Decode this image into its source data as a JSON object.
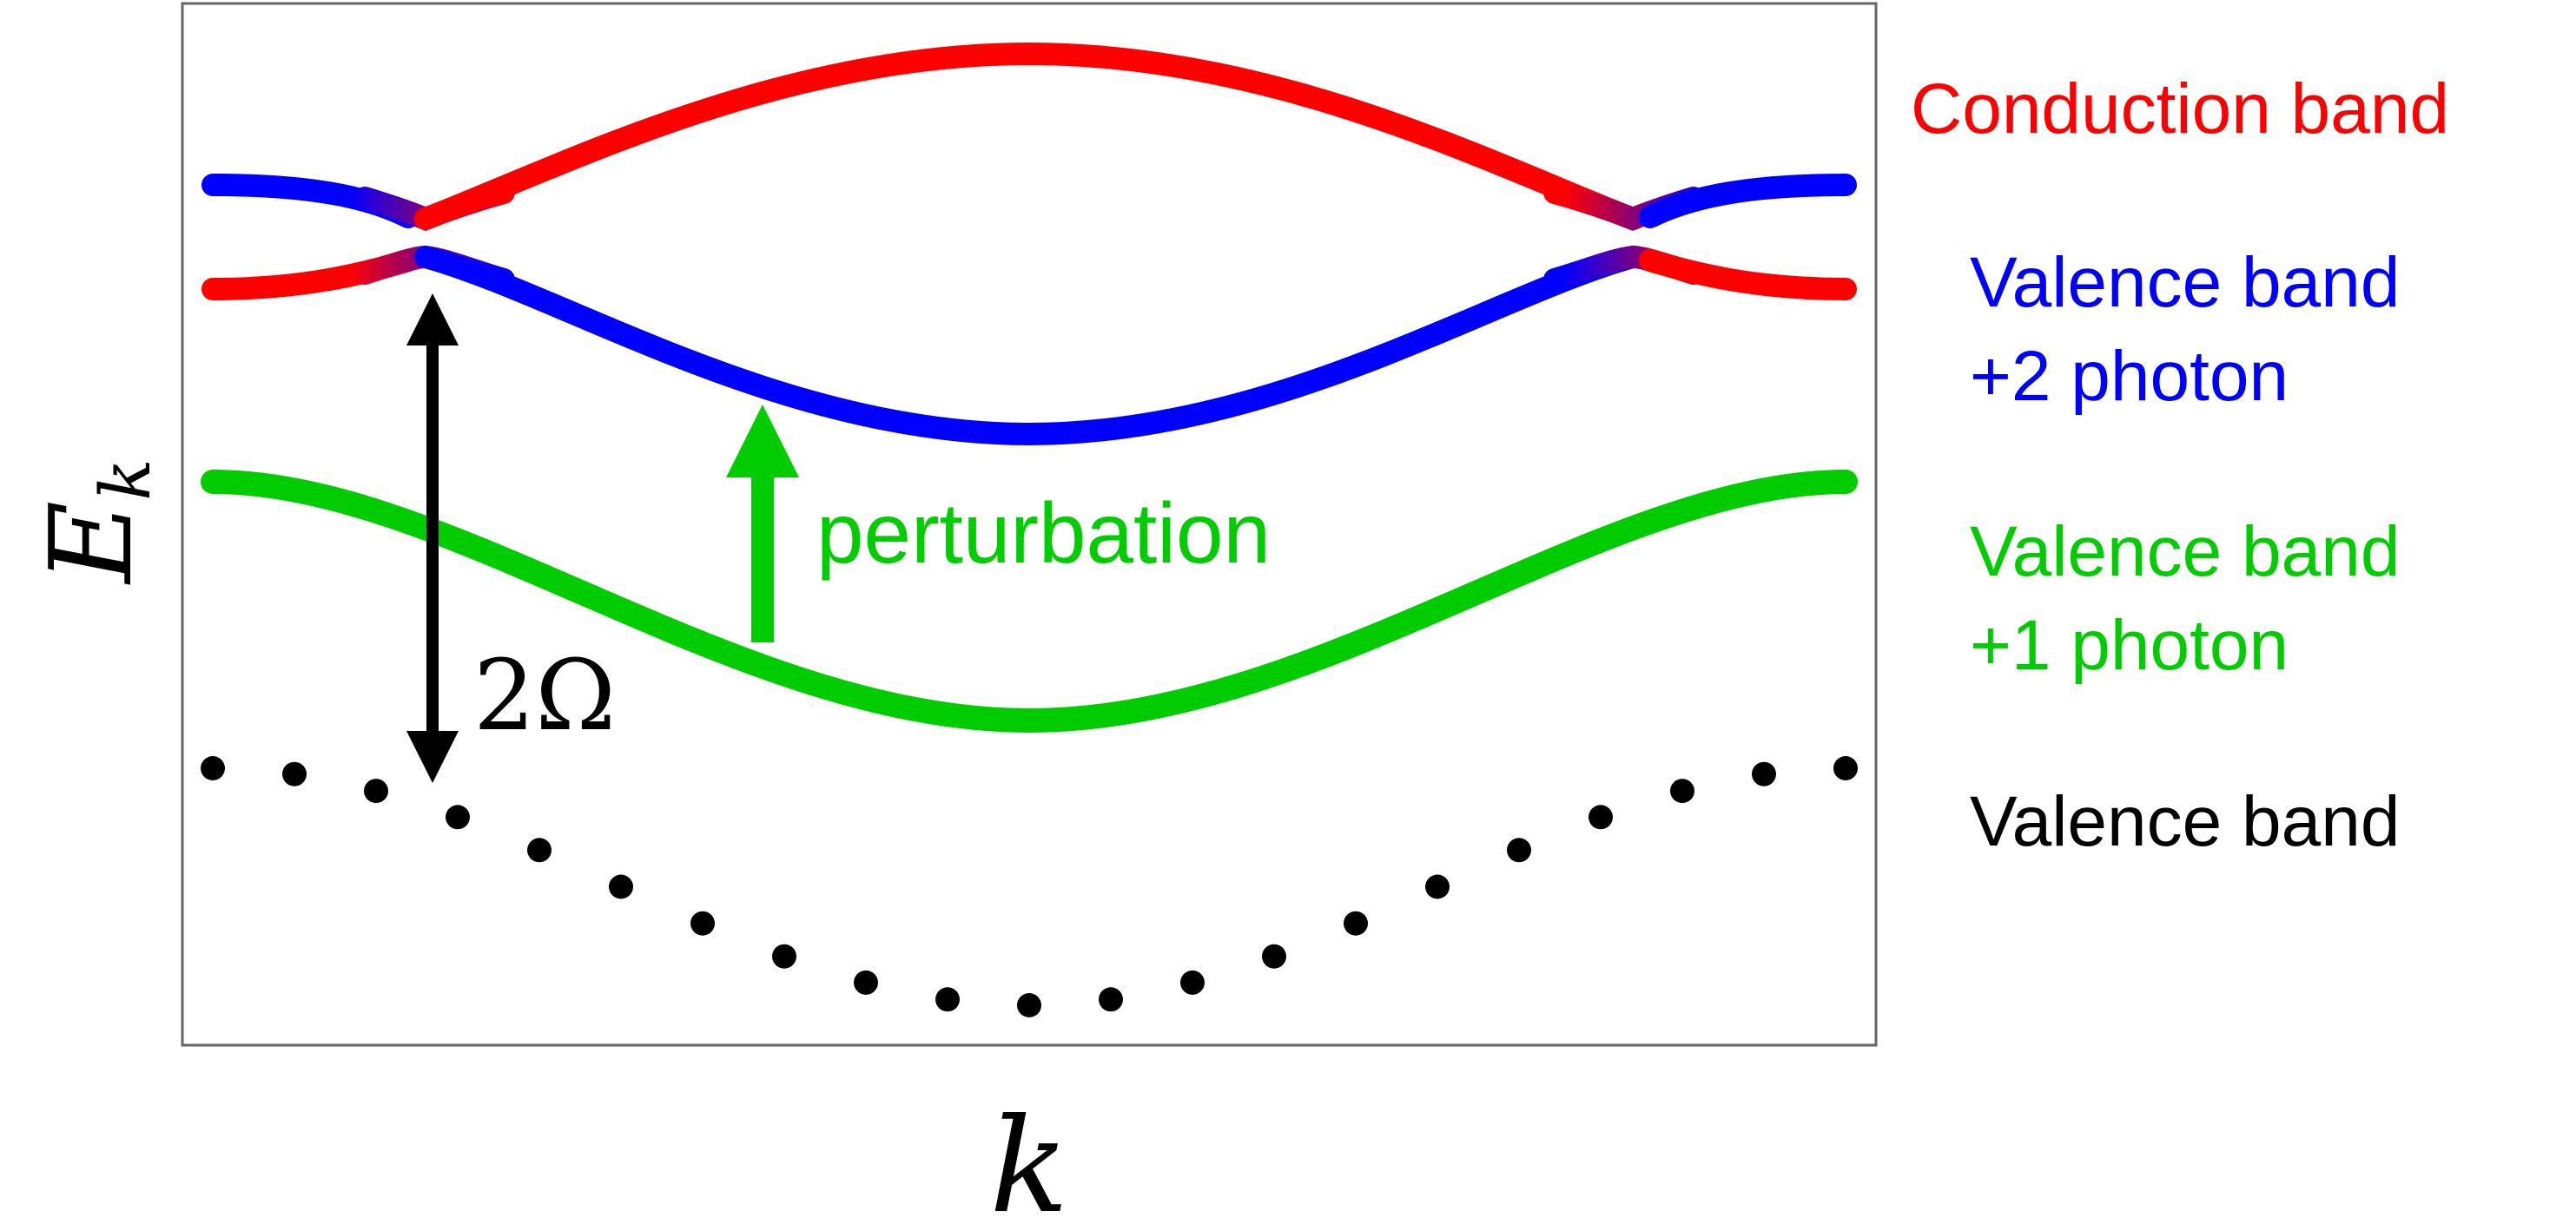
{
  "axes": {
    "xlabel": "k",
    "ylabel_base": "E",
    "ylabel_sub": "k"
  },
  "legend": {
    "conduction": "Conduction band",
    "valence_plus2_line1": "Valence band",
    "valence_plus2_line2": "+2 photon",
    "valence_plus1_line1": "Valence band",
    "valence_plus1_line2": "+1 photon",
    "valence": "Valence band"
  },
  "annotations": {
    "gap_label": "2Ω",
    "perturbation_label": "perturbation"
  },
  "colors": {
    "conduction": "#ff0000",
    "valence_plus2": "#0000ff",
    "valence_plus1": "#00cc00",
    "valence": "#000000",
    "frame": "#666666",
    "gap_arrow": "#000000",
    "perturbation_arrow": "#00cc00"
  },
  "dotted_band_points": 21
}
